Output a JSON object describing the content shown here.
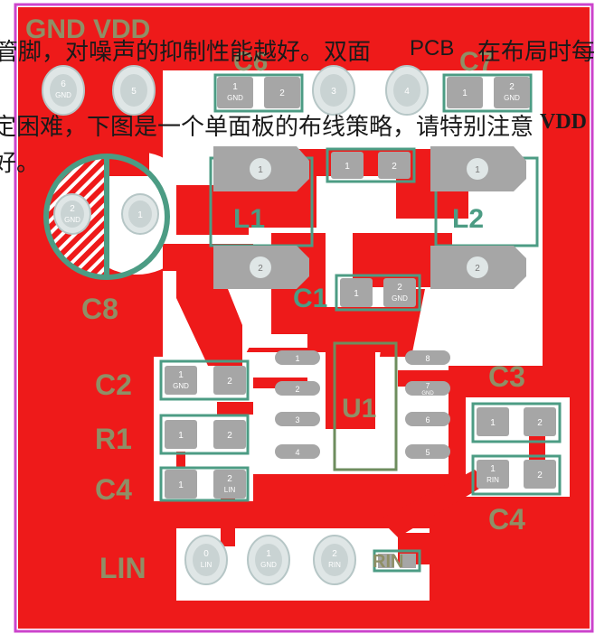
{
  "overlay_text": {
    "line1_left": "管脚，对噪声的抑制性能越好。双面",
    "line1_pcb": "PCB",
    "line1_right": "在布局时每",
    "line2_left": "定困难，下图是一个单面板的布线策略，请特别注意",
    "line2_vdd": "VDD",
    "line3": "好。"
  },
  "silkscreen": {
    "top": "GND VDD",
    "c6": "C6",
    "c7": "C7",
    "c8": "C8",
    "l1": "L1",
    "l2": "L2",
    "c1": "C1",
    "c2": "C2",
    "r1": "R1",
    "c4_left": "C4",
    "c3": "C3",
    "u1": "U1",
    "c4_right": "C4",
    "lin": "LIN",
    "rin_bottom": "RIN"
  },
  "pads": {
    "j6_num": "6",
    "j6_net": "GND",
    "j5_num": "5",
    "j3_num": "3",
    "j4_num": "4",
    "c8_p1": "1",
    "c8_p2": "2",
    "c8_p2_net": "GND",
    "c6_p1": "1",
    "c6_p1_net": "GND",
    "c6_p2": "2",
    "c7_p1": "1",
    "c7_p2": "2",
    "c7_p2_net": "GND",
    "l1_p1": "1",
    "l1_p2": "2",
    "l2_p1": "1",
    "l2_p2": "2",
    "c_mid_p1": "1",
    "c_mid_p2": "2",
    "c1_p1": "1",
    "c1_p2": "2",
    "c1_p2_net": "GND",
    "c2_p1": "1",
    "c2_p1_net": "GND",
    "c2_p2": "2",
    "r1_p1": "1",
    "r1_p2": "2",
    "c4l_p1": "1",
    "c4l_p2": "2",
    "c4l_p2_net": "LIN",
    "c3_p1": "1",
    "c3_p2": "2",
    "c4r_p1": "1",
    "c4r_p1_net": "RIN",
    "c4r_p2": "2",
    "u1_1": "1",
    "u1_2": "2",
    "u1_3": "3",
    "u1_4": "4",
    "u1_5": "5",
    "u1_6": "6",
    "u1_7": "7",
    "u1_7_net": "GND",
    "u1_8": "8",
    "j0_num": "0",
    "j0_net": "LIN",
    "j1_num": "1",
    "j1_net": "GND",
    "j2_num": "2",
    "j2_net": "RIN"
  },
  "colors": {
    "copper": "#ee1a1a",
    "copper_dark": "#d81414",
    "board_bg": "#ffffff",
    "silk": "#8f8f66",
    "silk_green": "#4c9c84",
    "pad": "#a6a6a6",
    "pad_ring": "#dfe6e6",
    "outline": "#cc44cc"
  }
}
